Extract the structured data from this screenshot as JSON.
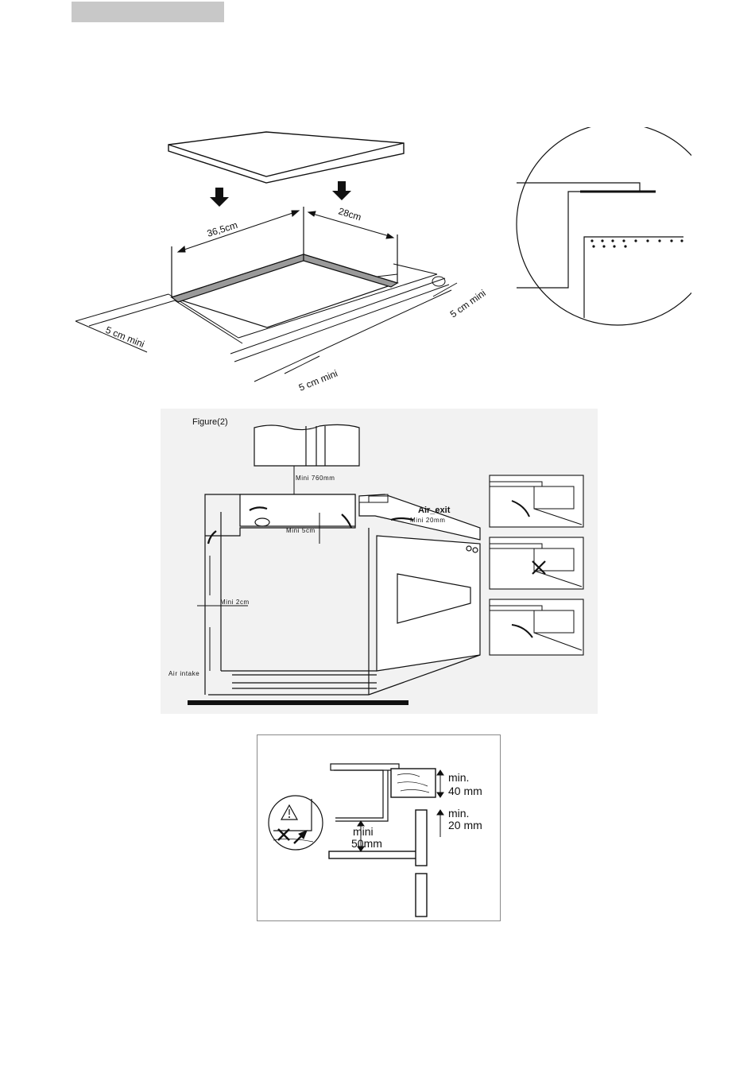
{
  "figure1": {
    "dim_width": "36,5cm",
    "dim_depth": "28cm",
    "clearance_right": "5 cm mini",
    "clearance_left": "5 cm mini",
    "clearance_front": "5 cm mini"
  },
  "figure2": {
    "title": "Figure(2)",
    "mini_760": "Mini 760mm",
    "air_exit": "Air_exit",
    "mini_20": "Mini 20mm",
    "mini_5cm": "Mini 5cm",
    "mini_2cm": "Mini 2cm",
    "air_intake": "Air intake"
  },
  "figure3": {
    "min_40_line1": "min.",
    "min_40_line2": "40 mm",
    "min_20_line1": "min.",
    "min_20_line2": "20 mm",
    "mini_50_line1": "mini",
    "mini_50_line2": "50mm"
  }
}
